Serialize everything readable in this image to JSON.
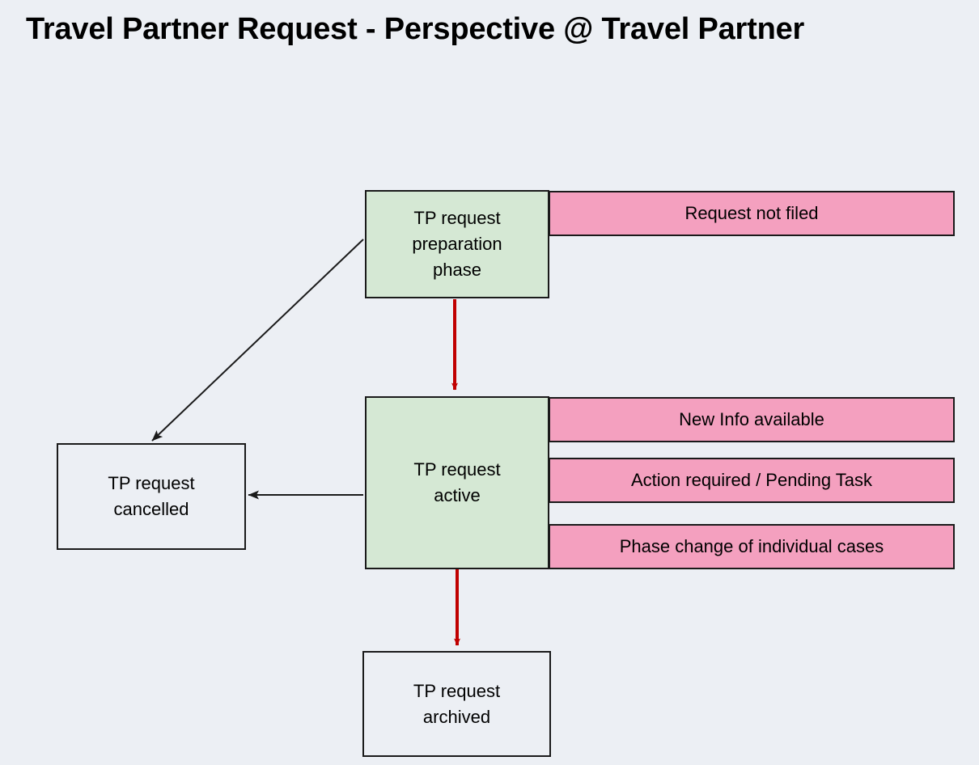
{
  "diagram": {
    "title": "Travel Partner Request - Perspective @ Travel Partner",
    "background_color": "#eceff4",
    "state_fill_color": "#d5e8d4",
    "event_fill_color": "#f4a0bf",
    "plain_fill_color": "#eceff4",
    "border_color": "#1a1a1a",
    "transition_color": "#c00000",
    "relation_color": "#1a1a1a",
    "states": [
      {
        "id": "preparation",
        "label": "TP request\npreparation\nphase",
        "line1": "TP request",
        "line2": "preparation",
        "line3": "phase",
        "type": "state",
        "fill": "#d5e8d4"
      },
      {
        "id": "active",
        "label": "TP request\nactive",
        "line1": "TP request",
        "line2": "active",
        "type": "state",
        "fill": "#d5e8d4"
      },
      {
        "id": "cancelled",
        "label": "TP request\ncancelled",
        "line1": "TP request",
        "line2": "cancelled",
        "type": "state",
        "fill": "#eceff4"
      },
      {
        "id": "archived",
        "label": "TP request\narchived",
        "line1": "TP request",
        "line2": "archived",
        "type": "state",
        "fill": "#eceff4"
      }
    ],
    "events": [
      {
        "id": "request-not-filed",
        "label": "Request not filed",
        "attached_to": "preparation",
        "fill": "#f4a0bf"
      },
      {
        "id": "new-info-available",
        "label": "New Info available",
        "attached_to": "active",
        "fill": "#f4a0bf"
      },
      {
        "id": "action-required-pending-task",
        "label": "Action required / Pending Task",
        "attached_to": "active",
        "fill": "#f4a0bf"
      },
      {
        "id": "phase-change-individual-cases",
        "label": "Phase change of individual cases",
        "attached_to": "active",
        "fill": "#f4a0bf"
      }
    ],
    "transitions": [
      {
        "id": "preparation-to-active",
        "from": "preparation",
        "to": "active",
        "style": "solid",
        "color": "#c00000",
        "label": ""
      },
      {
        "id": "preparation-to-cancelled",
        "from": "preparation",
        "to": "cancelled",
        "style": "solid",
        "color": "#1a1a1a",
        "label": ""
      },
      {
        "id": "active-to-cancelled",
        "from": "active",
        "to": "cancelled",
        "style": "solid",
        "color": "#1a1a1a",
        "label": ""
      },
      {
        "id": "active-to-archived",
        "from": "active",
        "to": "archived",
        "style": "solid",
        "color": "#c00000",
        "label": ""
      }
    ]
  }
}
